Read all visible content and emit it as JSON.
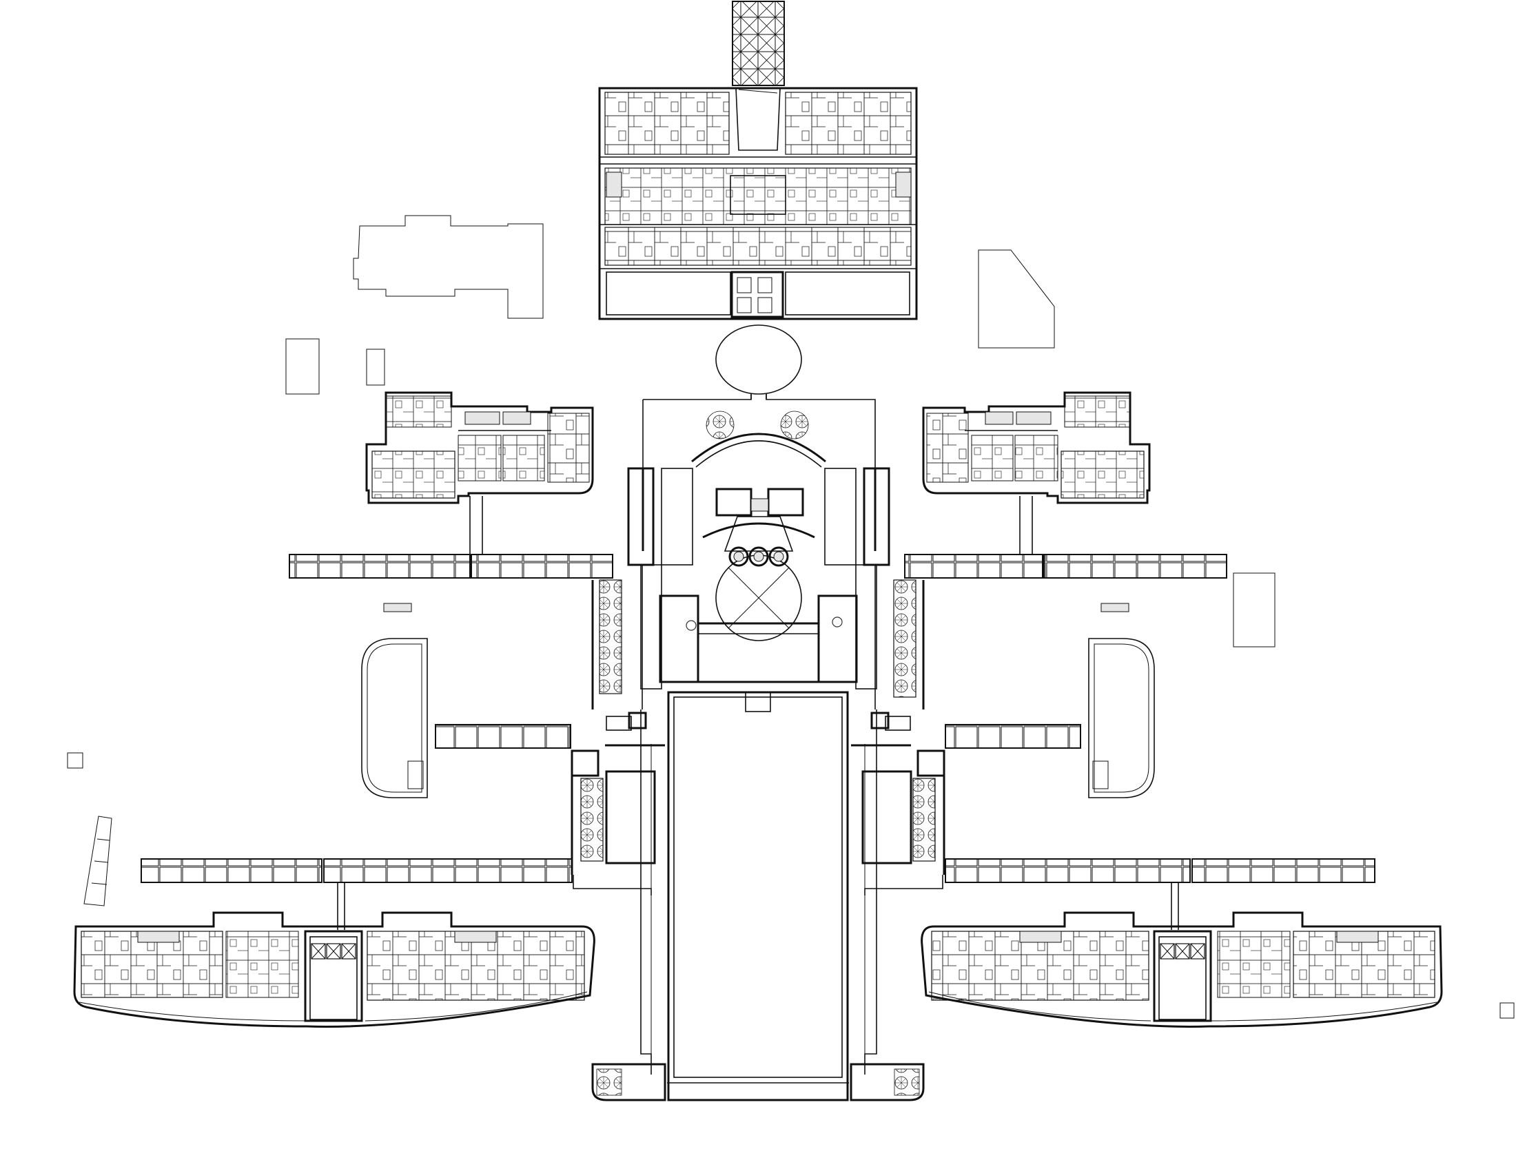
{
  "drawing": {
    "kind": "architectural site floor plan",
    "line_color": "#111111",
    "background": "#ffffff",
    "wings": [
      {
        "name": "north-block"
      },
      {
        "name": "upper-left-wing"
      },
      {
        "name": "upper-right-wing"
      },
      {
        "name": "lower-left-wing"
      },
      {
        "name": "lower-right-wing"
      },
      {
        "name": "central-rotunda"
      },
      {
        "name": "central-courtyard"
      }
    ]
  }
}
